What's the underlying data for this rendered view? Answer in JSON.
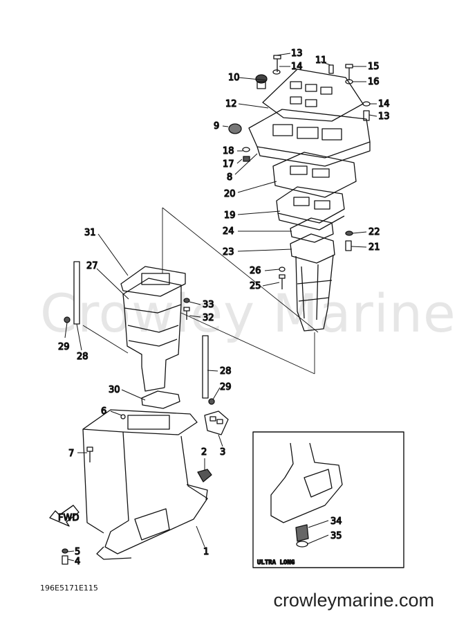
{
  "watermark": "Crowley Marine",
  "diagram_code": "196E5171E115",
  "site_url": "crowleymarine.com",
  "inset_label": "ULTRA LONG",
  "fwd_label": "FWD",
  "callouts": {
    "c1": "1",
    "c2": "2",
    "c3": "3",
    "c4": "4",
    "c5": "5",
    "c6": "6",
    "c7": "7",
    "c8": "8",
    "c9": "9",
    "c10": "10",
    "c11": "11",
    "c12": "12",
    "c13a": "13",
    "c13b": "13",
    "c14a": "14",
    "c14b": "14",
    "c15": "15",
    "c16": "16",
    "c17": "17",
    "c18": "18",
    "c19": "19",
    "c20": "20",
    "c21": "21",
    "c22": "22",
    "c23": "23",
    "c24": "24",
    "c25": "25",
    "c26": "26",
    "c27": "27",
    "c28a": "28",
    "c28b": "28",
    "c29a": "29",
    "c29b": "29",
    "c30": "30",
    "c31": "31",
    "c32": "32",
    "c33": "33",
    "c34": "34",
    "c35": "35"
  }
}
